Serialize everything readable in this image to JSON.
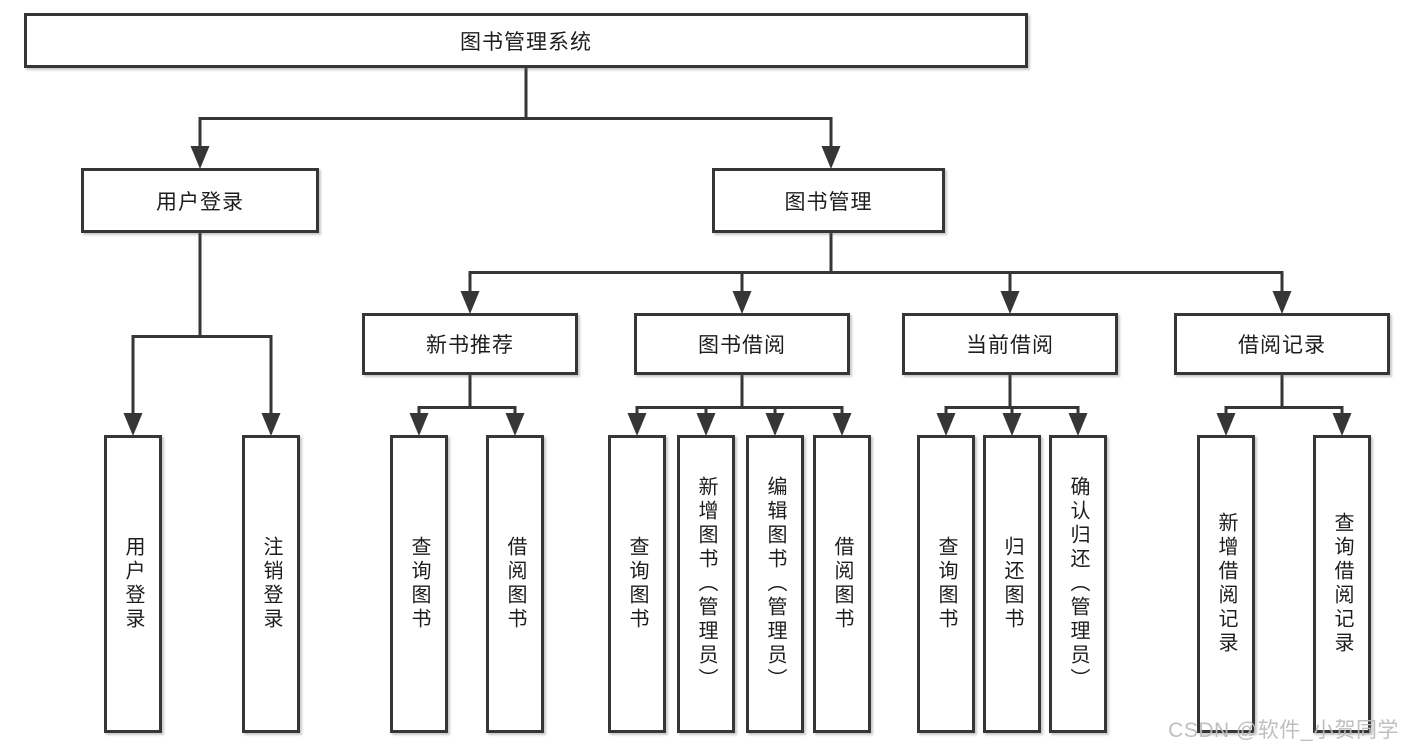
{
  "title": "图书管理系统",
  "tree": {
    "root": {
      "label": "图书管理系统"
    },
    "branches": [
      {
        "label": "用户登录",
        "children": [
          {
            "label": "用户登录"
          },
          {
            "label": "注销登录"
          }
        ]
      },
      {
        "label": "图书管理",
        "children": [
          {
            "label": "新书推荐",
            "children": [
              {
                "label": "查询图书"
              },
              {
                "label": "借阅图书"
              }
            ]
          },
          {
            "label": "图书借阅",
            "children": [
              {
                "label": "查询图书"
              },
              {
                "label": "新增图书（管理员）"
              },
              {
                "label": "编辑图书（管理员）"
              },
              {
                "label": "借阅图书"
              }
            ]
          },
          {
            "label": "当前借阅",
            "children": [
              {
                "label": "查询图书"
              },
              {
                "label": "归还图书"
              },
              {
                "label": "确认归还（管理员）"
              }
            ]
          },
          {
            "label": "借阅记录",
            "children": [
              {
                "label": "新增借阅记录"
              },
              {
                "label": "查询借阅记录"
              }
            ]
          }
        ]
      }
    ]
  },
  "watermark": {
    "text": "CSDN @软件_小贺同学"
  },
  "colors": {
    "line": "#363636",
    "box_border": "#363636",
    "box_background": "#ffffff",
    "text": "#1d1d1d",
    "watermark": "#bcbcbc",
    "background": "#ffffff"
  }
}
